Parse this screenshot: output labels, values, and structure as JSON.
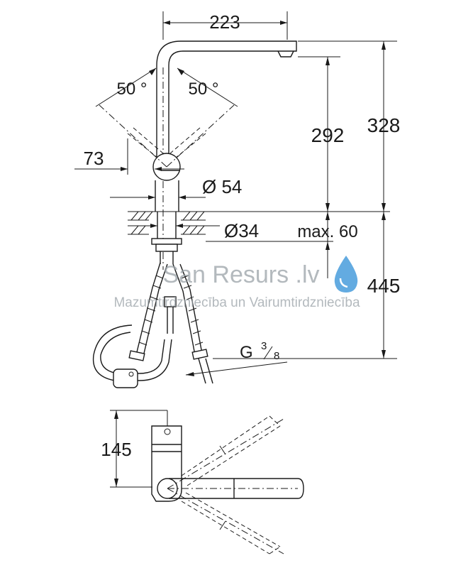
{
  "dimensions": {
    "spout_reach": "223",
    "swivel_left": "50 °",
    "swivel_right": "50 °",
    "lever_offset": "73",
    "handle_diameter": "Ø 54",
    "height_to_outlet": "292",
    "total_height": "328",
    "mount_hole_diameter": "Ø34",
    "max_thickness": "max. 60",
    "under_deck_length": "445",
    "connection_thread": "G",
    "thread_numerator": "3",
    "thread_denominator": "8",
    "base_depth": "145"
  },
  "watermark": {
    "brand": "San Resurs .lv",
    "tagline": "Mazumtirdzniecība un Vairumtirdzniecība",
    "brand_color": "#9aa2a8",
    "drop_color": "#2f8fd8"
  },
  "colors": {
    "line": "#1a1a1a",
    "background": "#ffffff"
  }
}
